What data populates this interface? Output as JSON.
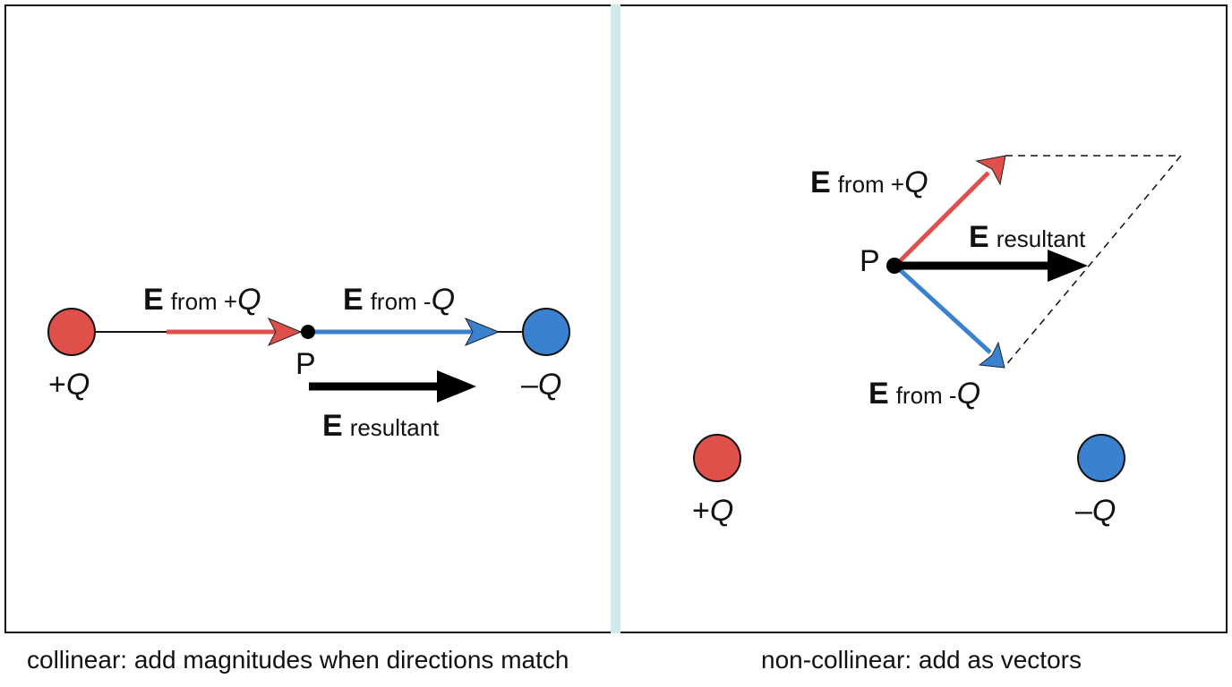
{
  "panels": {
    "left": {
      "caption": "collinear: add magnitudes when directions match",
      "pos_charge": {
        "label_sign": "+",
        "label_var": "Q",
        "color": "#e0504a"
      },
      "neg_charge": {
        "label_sign": "–",
        "label_var": "Q",
        "color": "#3a82d0"
      },
      "point_label": "P",
      "e_plus": {
        "symbol": "E",
        "sub": "from +",
        "var": "Q",
        "color": "#e0504a"
      },
      "e_minus": {
        "symbol": "E",
        "sub": "from -",
        "var": "Q",
        "color": "#3a82d0"
      },
      "e_result": {
        "symbol": "E",
        "sub": "resultant",
        "color": "#000000"
      }
    },
    "right": {
      "caption": "non-collinear: add as vectors",
      "pos_charge": {
        "label_sign": "+",
        "label_var": "Q",
        "color": "#e0504a"
      },
      "neg_charge": {
        "label_sign": "–",
        "label_var": "Q",
        "color": "#3a82d0"
      },
      "point_label": "P",
      "e_plus": {
        "symbol": "E",
        "sub": "from +",
        "var": "Q",
        "color": "#e0504a"
      },
      "e_minus": {
        "symbol": "E",
        "sub": "from -",
        "var": "Q",
        "color": "#3a82d0"
      },
      "e_result": {
        "symbol": "E",
        "sub": "resultant",
        "color": "#000000"
      }
    }
  }
}
